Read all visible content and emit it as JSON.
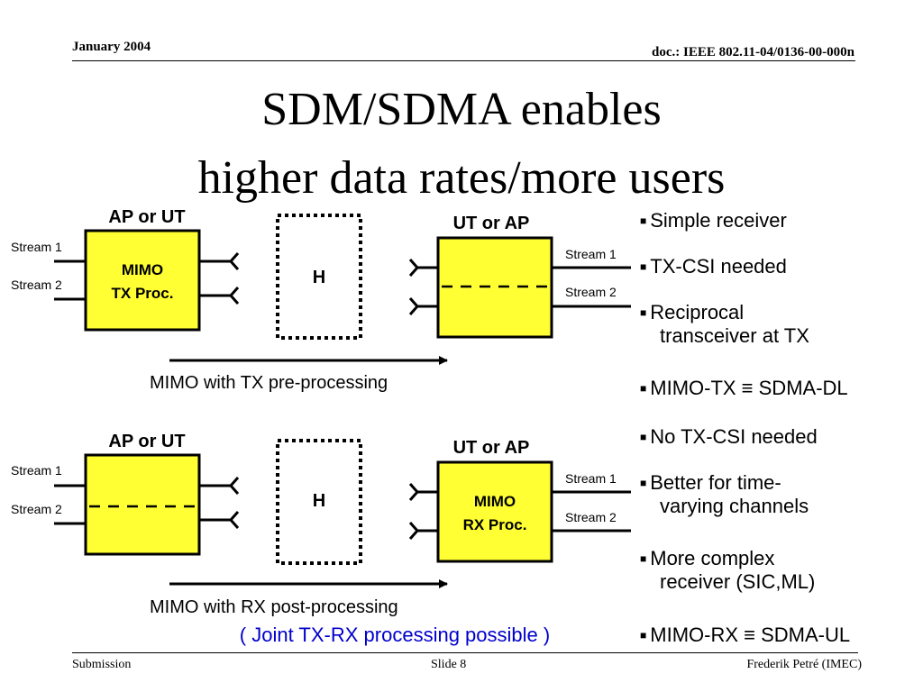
{
  "header": {
    "date": "January 2004",
    "doc_id": "doc.: IEEE 802.11-04/0136-00-000n"
  },
  "title": {
    "line1": "SDM/SDMA enables",
    "line2": "higher data rates/more users"
  },
  "top_diagram": {
    "tx_label": "AP or UT",
    "tx_box_line1": "MIMO",
    "tx_box_line2": "TX Proc.",
    "tx_stream1": "Stream 1",
    "tx_stream2": "Stream 2",
    "channel": "H",
    "rx_label": "UT or AP",
    "rx_stream1": "Stream 1",
    "rx_stream2": "Stream 2",
    "caption": "MIMO with TX pre-processing"
  },
  "bottom_diagram": {
    "tx_label": "AP or UT",
    "tx_stream1": "Stream 1",
    "tx_stream2": "Stream 2",
    "channel": "H",
    "rx_label": "UT or AP",
    "rx_box_line1": "MIMO",
    "rx_box_line2": "RX Proc.",
    "rx_stream1": "Stream 1",
    "rx_stream2": "Stream 2",
    "caption": "MIMO with RX post-processing",
    "note": "( Joint TX-RX processing possible )"
  },
  "bullets": [
    {
      "line1": "Simple receiver",
      "line2": ""
    },
    {
      "line1": "TX-CSI needed",
      "line2": ""
    },
    {
      "line1": "Reciprocal",
      "line2": "transceiver at TX"
    },
    {
      "line1": "MIMO-TX ≡ SDMA-DL",
      "line2": ""
    },
    {
      "line1": "No TX-CSI needed",
      "line2": ""
    },
    {
      "line1": "Better for time-",
      "line2": "varying channels"
    },
    {
      "line1": "More complex",
      "line2": "receiver (SIC,ML)"
    },
    {
      "line1": "MIMO-RX ≡ SDMA-UL",
      "line2": ""
    }
  ],
  "footer": {
    "left": "Submission",
    "center": "Slide 8",
    "right": "Frederik Petré (IMEC)"
  },
  "colors": {
    "box_fill": "#ffff33",
    "note_blue": "#0000cc"
  }
}
